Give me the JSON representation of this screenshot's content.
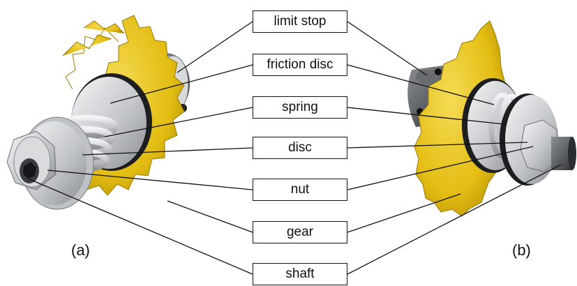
{
  "labels": {
    "limit_stop": "limit stop",
    "friction_disc": "friction disc",
    "spring": "spring",
    "disc": "disc",
    "nut": "nut",
    "gear": "gear",
    "shaft": "shaft"
  },
  "panels": {
    "left": "(a)",
    "right": "(b)"
  },
  "colors": {
    "gear": "#e8c51b",
    "metal": "#c9ccce",
    "dark_metal": "#4a4c50",
    "line": "#111111"
  }
}
